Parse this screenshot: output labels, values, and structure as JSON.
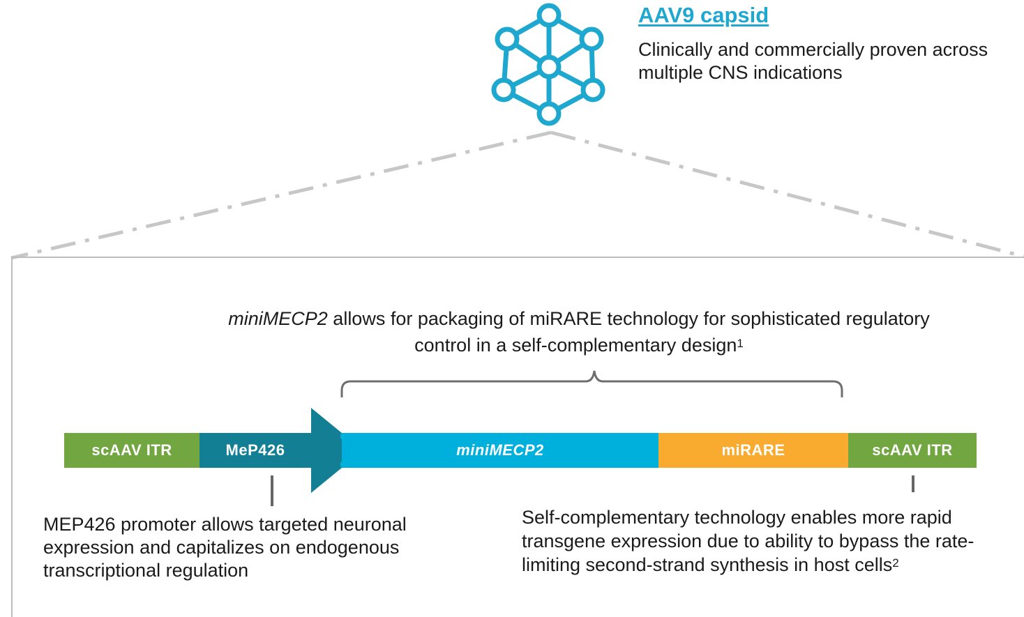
{
  "capsid": {
    "title": "AAV9 capsid",
    "description": "Clinically and commercially proven across multiple CNS indications",
    "icon": "capsid-icon",
    "color": "#1ea7cf"
  },
  "packaging_note": {
    "gene": "miniMECP2",
    "text": " allows for packaging of miRARE technology for sophisticated regulatory control in a self-complementary design",
    "ref": "1"
  },
  "construct": {
    "segments": [
      {
        "id": "itr-left",
        "label": "scAAV ITR",
        "color": "#71a640"
      },
      {
        "id": "mep",
        "label": "MeP426",
        "color": "#127f95"
      },
      {
        "id": "minimecp2",
        "label": "miniMECP2",
        "color": "#00b0dc"
      },
      {
        "id": "mirare",
        "label": "miRARE",
        "color": "#f9ab2f"
      },
      {
        "id": "itr-right",
        "label": "scAAV ITR",
        "color": "#71a640"
      }
    ]
  },
  "annotations": {
    "mep": "MEP426 promoter allows targeted neuronal expression and capitalizes on endogenous transcriptional regulation",
    "self_complementary": {
      "text": "Self-complementary technology enables more rapid transgene expression due to ability to bypass the rate-limiting second-strand synthesis in host cells",
      "ref": "2"
    }
  }
}
